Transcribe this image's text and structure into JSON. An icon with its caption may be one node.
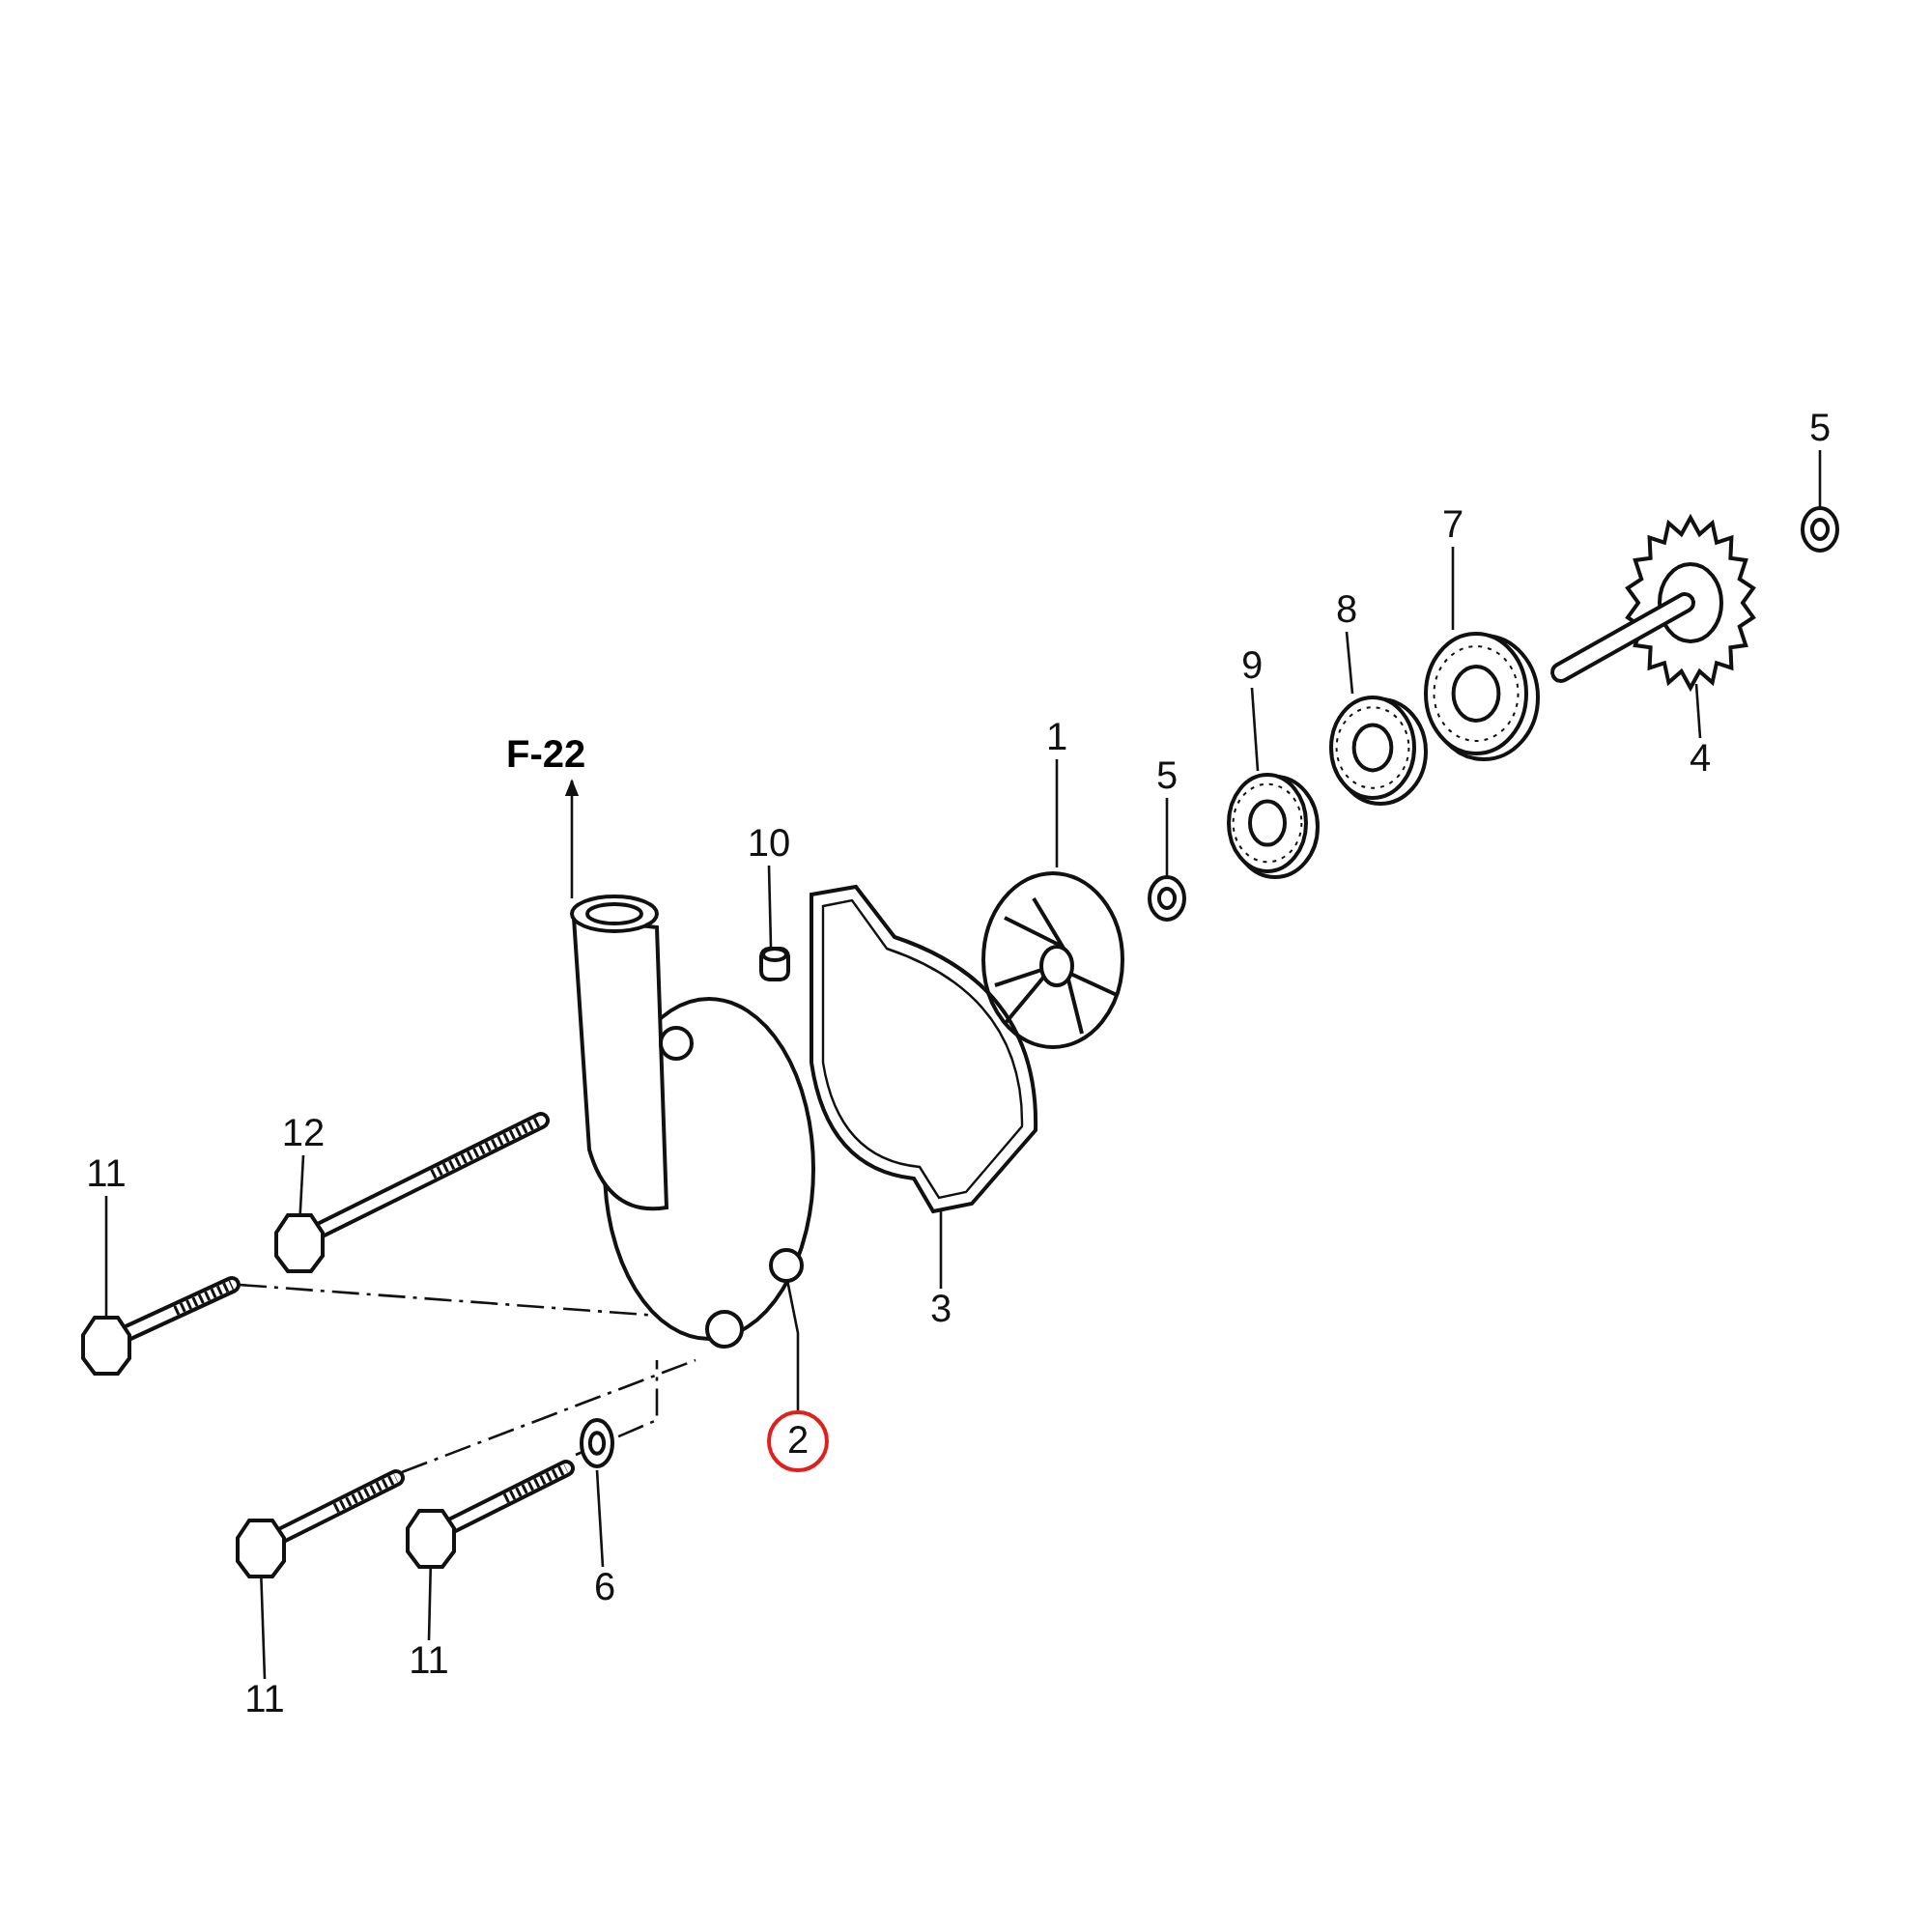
{
  "diagram": {
    "nodes": [
      {
        "text": [],
        "shape": "picture"
      },
      {
        "text": [],
        "shape": "picture"
      },
      {
        "text": [],
        "shape": "picture"
      },
      {
        "text": [],
        "shape": "picture"
      },
      {
        "text": [],
        "shape": "picture"
      },
      {
        "text": [],
        "shape": "picture"
      },
      {
        "text": [],
        "shape": "picture"
      },
      {
        "text": [],
        "shape": "picture"
      },
      {
        "text": [],
        "shape": "picture"
      },
      {
        "text": [],
        "shape": "picture"
      },
      {
        "text": [],
        "shape": "picture"
      },
      {
        "text": [],
        "shape": "picture"
      },
      {
        "text": [],
        "shape": "picture"
      },
      {
        "text": [],
        "shape": "picture"
      },
      {
        "text": [],
        "shape": "picture"
      },
      {
        "text": [
          "1"
        ]
      },
      {
        "text": [
          "2"
        ]
      },
      {
        "text": [
          "3"
        ]
      },
      {
        "text": [
          "4"
        ]
      },
      {
        "text": [
          "5"
        ]
      },
      {
        "text": [
          "5"
        ]
      },
      {
        "text": [
          "6"
        ]
      },
      {
        "text": [
          "7"
        ]
      },
      {
        "text": [
          "8"
        ]
      },
      {
        "text": [
          "9"
        ]
      },
      {
        "text": [
          "10"
        ]
      },
      {
        "text": [
          "11"
        ]
      },
      {
        "text": [
          "11"
        ]
      },
      {
        "text": [
          "11"
        ]
      },
      {
        "text": [
          "12"
        ]
      },
      {
        "text": [
          "F-22"
        ]
      }
    ],
    "edges": [
      {
        "from": 15,
        "to": 0,
        "arrow": "none"
      },
      {
        "from": 16,
        "to": 1,
        "arrow": "none"
      },
      {
        "from": 17,
        "to": 2,
        "arrow": "none"
      },
      {
        "from": 18,
        "to": 3,
        "arrow": "none"
      },
      {
        "from": 19,
        "to": 4,
        "arrow": "none"
      },
      {
        "from": 20,
        "to": 5,
        "arrow": "none"
      },
      {
        "from": 21,
        "to": 6,
        "arrow": "none"
      },
      {
        "from": 22,
        "to": 7,
        "arrow": "none"
      },
      {
        "from": 23,
        "to": 8,
        "arrow": "none"
      },
      {
        "from": 24,
        "to": 9,
        "arrow": "none"
      },
      {
        "from": 25,
        "to": 10,
        "arrow": "none"
      },
      {
        "from": 26,
        "to": 11,
        "arrow": "none"
      },
      {
        "from": 27,
        "to": 12,
        "arrow": "none"
      },
      {
        "from": 28,
        "to": 13,
        "arrow": "none"
      },
      {
        "from": 29,
        "to": 14,
        "arrow": "none"
      },
      {
        "from": 1,
        "to": 30,
        "arrow": "to"
      },
      {
        "from": 11,
        "to": 1,
        "arrow": "none",
        "style": "dashed"
      },
      {
        "from": 12,
        "to": 1,
        "arrow": "none",
        "style": "dashed"
      },
      {
        "from": 13,
        "to": 1,
        "arrow": "none",
        "style": "dashed"
      }
    ]
  }
}
